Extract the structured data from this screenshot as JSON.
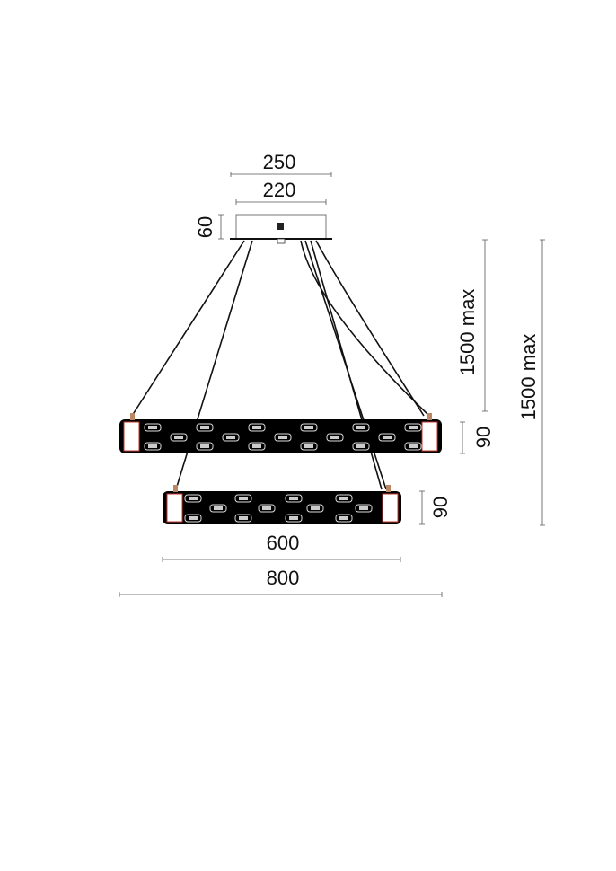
{
  "dimensions": {
    "canopy_outer": "250",
    "canopy_inner": "220",
    "canopy_height": "60",
    "suspension_inner": "1500 max",
    "suspension_outer": "1500 max",
    "upper_ring_height": "90",
    "lower_ring_height": "90",
    "lower_ring_width": "600",
    "upper_ring_width": "800"
  },
  "colors": {
    "ring_body": "#000000",
    "end_cap_accent": "#c0392b",
    "line": "#111111"
  }
}
